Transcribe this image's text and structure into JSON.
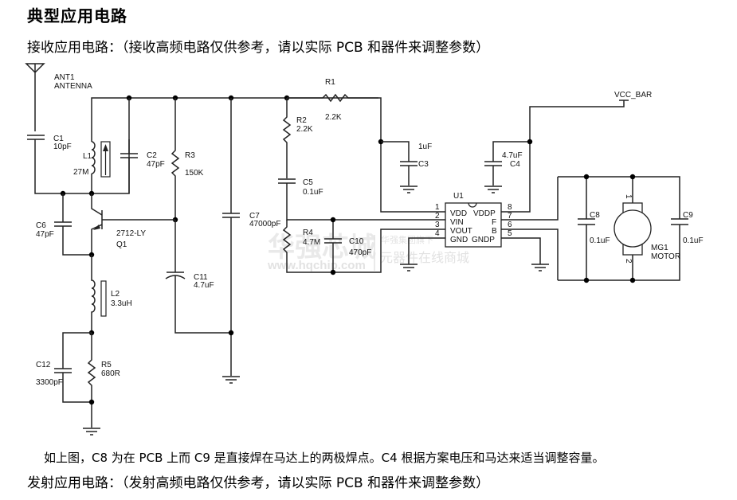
{
  "heading": "典型应用电路",
  "receive_intro": "接收应用电路：（接收高频电路仅供参考，请以实际 PCB 和器件来调整参数）",
  "note": "如上图，C8 为在 PCB 上而 C9 是直接焊在马达上的两极焊点。C4 根据方案电压和马达来适当调整容量。",
  "transmit_intro": "发射应用电路：（发射高频电路仅供参考，请以实际 PCB 和器件来调整参数）",
  "watermark": {
    "brand": "华强芯城",
    "url": "www.hqchip.com",
    "slogan1": "华强集团旗下",
    "slogan2": "元器件在线商城"
  },
  "schematic": {
    "ant": {
      "ref": "ANT1",
      "value": "ANTENNA"
    },
    "c1": {
      "ref": "C1",
      "value": "10pF"
    },
    "l1": {
      "ref": "L1",
      "value": "27M"
    },
    "c2": {
      "ref": "C2",
      "value": "47pF"
    },
    "r3": {
      "ref": "R3",
      "value": "150K"
    },
    "c6": {
      "ref": "C6",
      "value": "47pF"
    },
    "q1": {
      "ref": "Q1",
      "value": "2712-LY"
    },
    "l2": {
      "ref": "L2",
      "value": "3.3uH"
    },
    "c11": {
      "ref": "C11",
      "value": "4.7uF"
    },
    "c12": {
      "ref": "C12",
      "value": "3300pF"
    },
    "r5": {
      "ref": "R5",
      "value": "680R"
    },
    "c7": {
      "ref": "C7",
      "value": "47000pF"
    },
    "r1": {
      "ref": "R1",
      "value": "2.2K"
    },
    "r2": {
      "ref": "R2",
      "value": "2.2K"
    },
    "c5": {
      "ref": "C5",
      "value": "0.1uF"
    },
    "r4": {
      "ref": "R4",
      "value": "4.7M"
    },
    "c10": {
      "ref": "C10",
      "value": "470pF"
    },
    "c3": {
      "ref": "C3",
      "value": "1uF"
    },
    "c4": {
      "ref": "C4",
      "value": "4.7uF"
    },
    "vcc": "VCC_BAR",
    "u1": {
      "ref": "U1",
      "left_pins": [
        {
          "num": "1",
          "name": ""
        },
        {
          "num": "2",
          "name": "VDD"
        },
        {
          "num": "3",
          "name": "VIN"
        },
        {
          "num": "4",
          "name": "VOUT"
        },
        {
          "num": "",
          "name": "GND"
        }
      ],
      "right_pins": [
        {
          "num": "8",
          "name": ""
        },
        {
          "num": "7",
          "name": "VDDP"
        },
        {
          "num": "6",
          "name": "F"
        },
        {
          "num": "5",
          "name": "B"
        },
        {
          "num": "",
          "name": "GNDP"
        }
      ]
    },
    "c8": {
      "ref": "C8",
      "value": "0.1uF"
    },
    "c9": {
      "ref": "C9",
      "value": "0.1uF"
    },
    "mg1": {
      "ref": "MG1",
      "value": "MOTOR",
      "pin1": "1",
      "pin2": "2"
    }
  }
}
